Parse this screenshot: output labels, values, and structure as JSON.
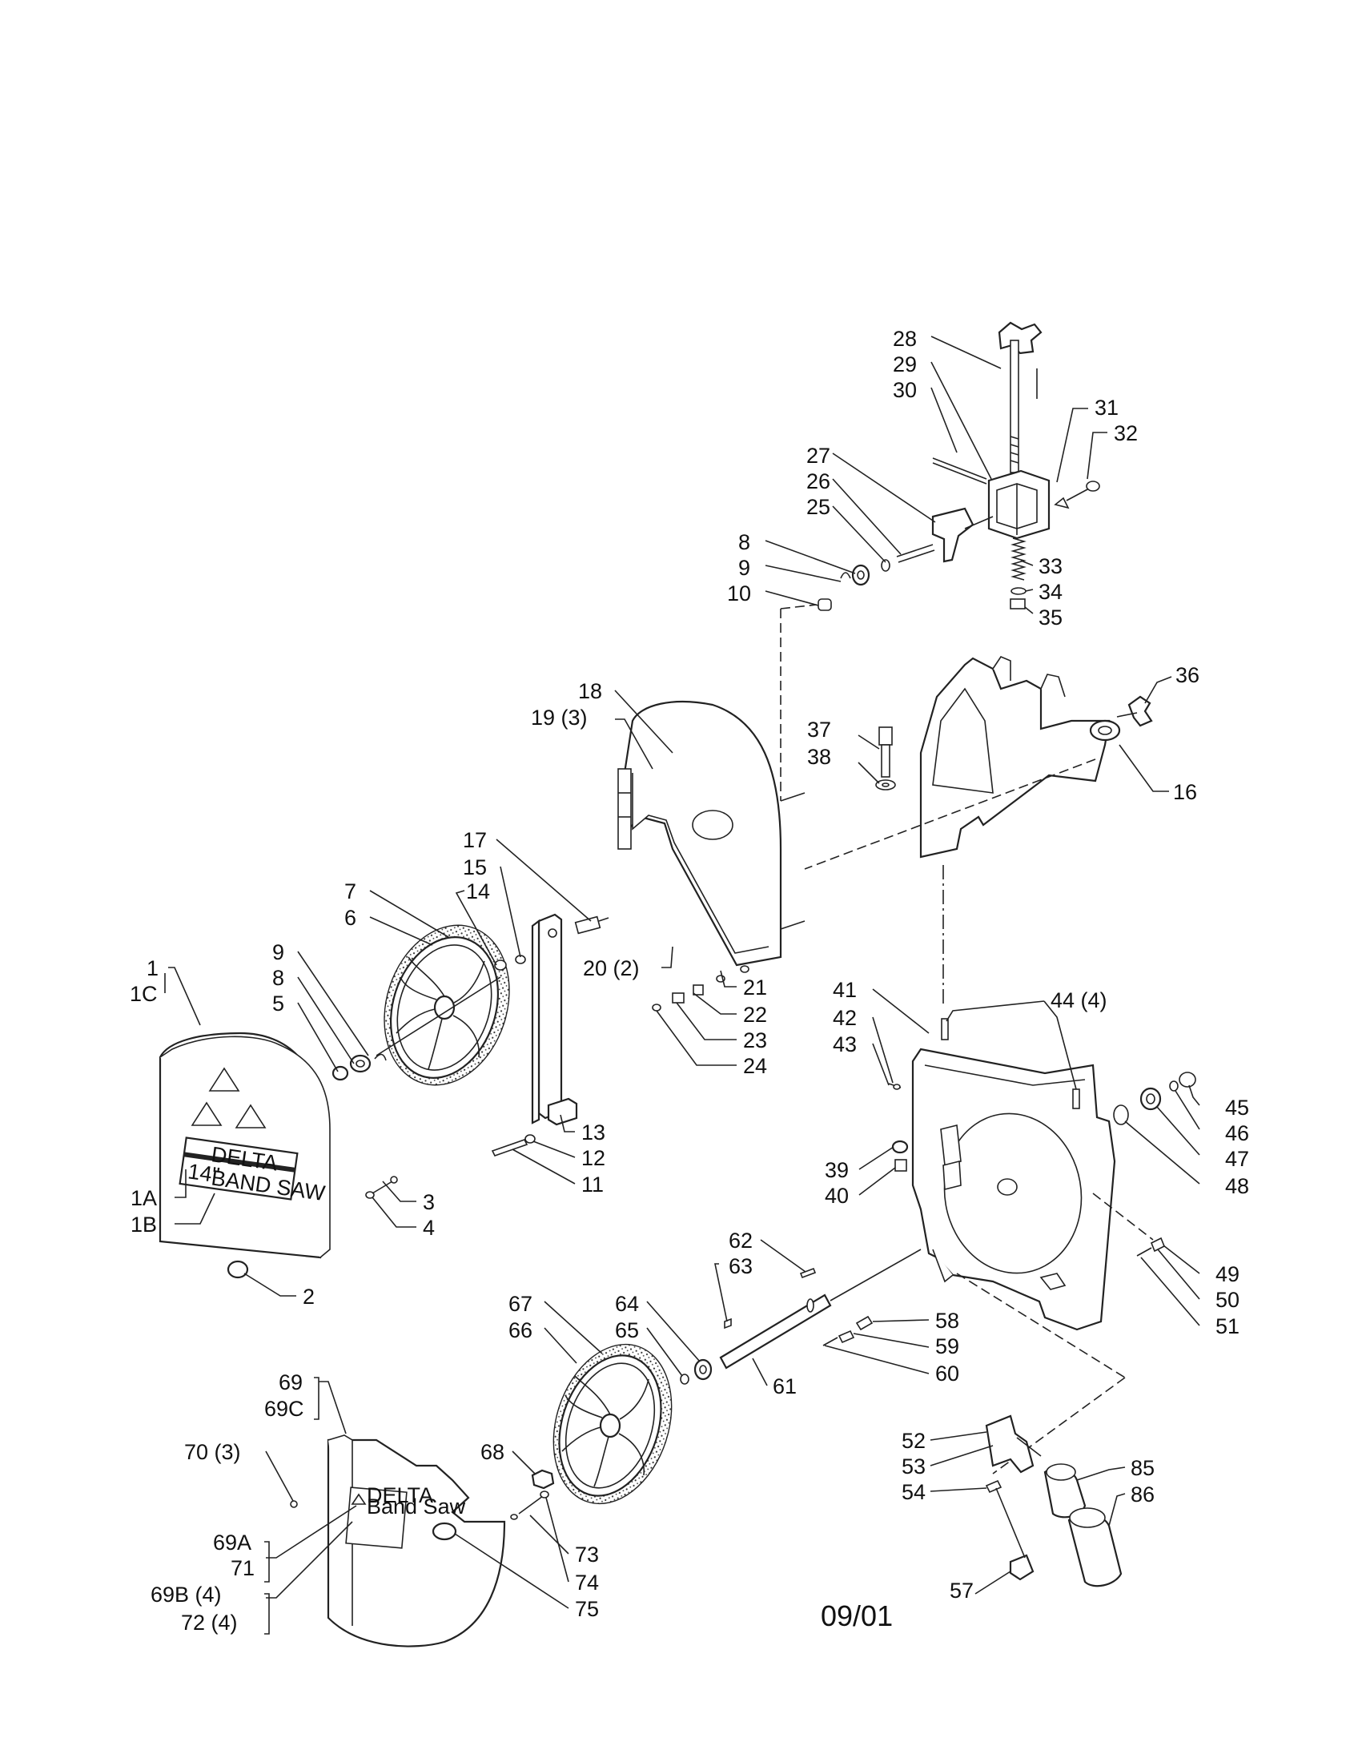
{
  "date_stamp": "09/01",
  "labels": {
    "l28": "28",
    "l29": "29",
    "l30": "30",
    "l31": "31",
    "l32": "32",
    "l27": "27",
    "l26": "26",
    "l25": "25",
    "l8a": "8",
    "l9a": "9",
    "l10": "10",
    "l33": "33",
    "l34": "34",
    "l35": "35",
    "l18": "18",
    "l19": "19 (3)",
    "l36": "36",
    "l37": "37",
    "l38": "38",
    "l16": "16",
    "l17": "17",
    "l15": "15",
    "l14": "14",
    "l7": "7",
    "l6": "6",
    "l20": "20 (2)",
    "l21": "21",
    "l22": "22",
    "l23": "23",
    "l24": "24",
    "l1": "1",
    "l1c": "1C",
    "l9b": "9",
    "l8b": "8",
    "l5": "5",
    "l13": "13",
    "l12": "12",
    "l11": "11",
    "l1a": "1A",
    "l1b": "1B",
    "l3": "3",
    "l4": "4",
    "l2": "2",
    "l41": "41",
    "l42": "42",
    "l43": "43",
    "l44": "44 (4)",
    "l45": "45",
    "l46": "46",
    "l47": "47",
    "l48": "48",
    "l39": "39",
    "l40": "40",
    "l49": "49",
    "l50": "50",
    "l51": "51",
    "l62": "62",
    "l63": "63",
    "l64": "64",
    "l65": "65",
    "l67": "67",
    "l66": "66",
    "l58": "58",
    "l59": "59",
    "l60": "60",
    "l61": "61",
    "l69": "69",
    "l69c": "69C",
    "l70": "70 (3)",
    "l68": "68",
    "l52": "52",
    "l53": "53",
    "l54": "54",
    "l85": "85",
    "l86": "86",
    "l69a": "69A",
    "l71": "71",
    "l69b": "69B (4)",
    "l72": "72 (4)",
    "l73": "73",
    "l74": "74",
    "l75": "75",
    "l57": "57"
  },
  "guard_decal": {
    "brand": "DELTA",
    "size": "14\"",
    "product": "BAND SAW"
  },
  "lower_guard_decal": {
    "brand": "DELTA",
    "product": "Band Saw"
  }
}
